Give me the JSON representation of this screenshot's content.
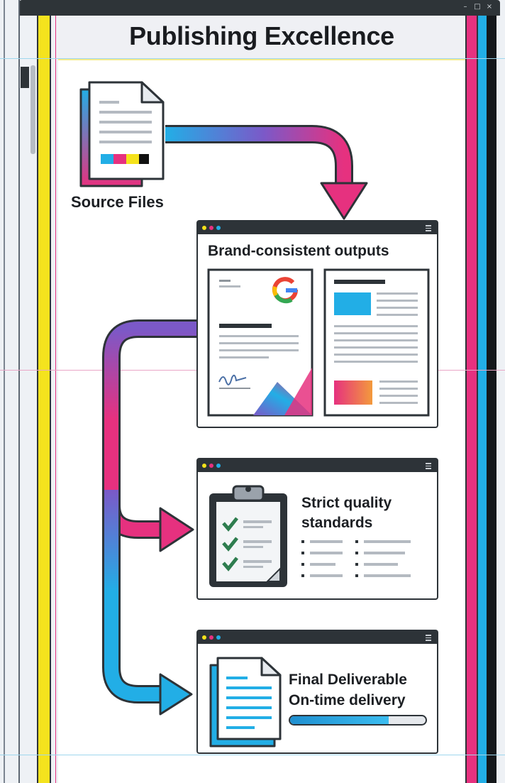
{
  "title": "Publishing Excellence",
  "source": {
    "label": "Source Files",
    "icon": "document-stack-icon"
  },
  "cards": {
    "outputs": {
      "title": "Brand-consistent outputs",
      "icons": [
        "google-logo-icon",
        "signature-icon"
      ]
    },
    "quality": {
      "title_line1": "Strict quality",
      "title_line2": "standards",
      "icon": "clipboard-checklist-icon"
    },
    "final": {
      "title_line1": "Final Deliverable",
      "title_line2": "On-time delivery",
      "progress": 0.73
    }
  },
  "colors": {
    "magenta": "#e6317f",
    "cyan": "#22aee6",
    "yellow": "#f5e21b",
    "purple": "#7b59c8",
    "dark": "#2d3338"
  }
}
